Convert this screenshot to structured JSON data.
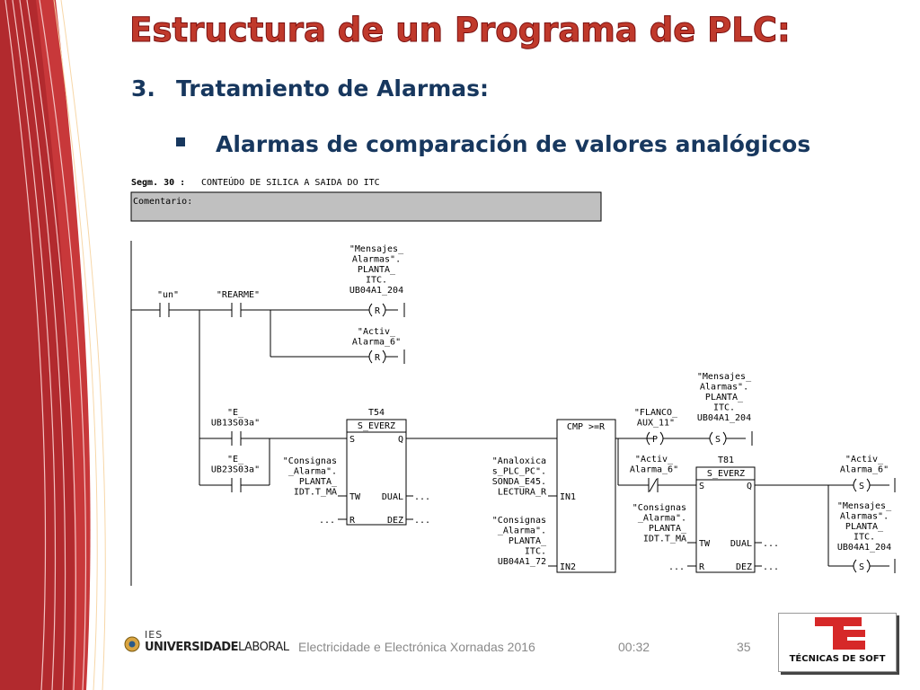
{
  "slide": {
    "title": "Estructura de un Programa de PLC:",
    "section_number": "3.",
    "section_title": "Tratamiento de Alarmas:",
    "bullet": "Alarmas de comparación de valores analógicos"
  },
  "ladder": {
    "segment_label": "Segm. 30 :",
    "segment_title": "CONTEÚDO DE SILICA A SAIDA DO ITC",
    "comment_label": "Comentario:",
    "contact_un": "\"un\"",
    "contact_rearme": "\"REARME\"",
    "coil1_lines": [
      "\"Mensajes_",
      "Alarmas\".",
      "PLANTA_",
      "ITC.",
      "UB04A1_204"
    ],
    "coil_r": "R",
    "coil2_lines": [
      "\"Activ_",
      "Alarma_6\""
    ],
    "contact_e1_lines": [
      "\"E_",
      "UB13S03a\""
    ],
    "contact_e2_lines": [
      "\"E_",
      "UB23S03a\""
    ],
    "timer1": {
      "name": "T54",
      "type": "S_EVERZ",
      "pin_s": "S",
      "pin_q": "Q",
      "pin_tw": "TW",
      "pin_r": "R",
      "pin_dual": "DUAL",
      "pin_dez": "DEZ",
      "tw_lines": [
        "\"Consignas",
        "_Alarma\".",
        "PLANTA_",
        "IDT.T_MA"
      ],
      "dots": "..."
    },
    "cmp": {
      "type": "CMP >=R",
      "in1": "IN1",
      "in2": "IN2",
      "in1_lines": [
        "\"Analoxica",
        "s_PLC_PC\".",
        "SONDA_E45.",
        "LECTURA_R"
      ],
      "in2_lines": [
        "\"Consignas",
        "_Alarma\".",
        "PLANTA_",
        "ITC.",
        "UB04A1_72"
      ]
    },
    "flanco_lines": [
      "\"FLANCO_",
      "AUX_11\""
    ],
    "coil_p": "P",
    "coil_s": "S",
    "coil3_lines": [
      "\"Mensajes_",
      "Alarmas\".",
      "PLANTA_",
      "ITC.",
      "UB04A1_204"
    ],
    "contact_activ_lines": [
      "\"Activ_",
      "Alarma_6\""
    ],
    "timer2": {
      "name": "T81",
      "type": "S_EVERZ",
      "pin_s": "S",
      "pin_q": "Q",
      "pin_tw": "TW",
      "pin_r": "R",
      "pin_dual": "DUAL",
      "pin_dez": "DEZ",
      "tw_lines": [
        "\"Consignas",
        "_Alarma\".",
        "PLANTA_",
        "IDT.T_MA"
      ],
      "dots": "..."
    },
    "coil4_lines": [
      "\"Activ_",
      "Alarma_6\""
    ],
    "coil5_lines": [
      "\"Mensajes_",
      "Alarmas\".",
      "PLANTA_",
      "ITC.",
      "UB04A1_204"
    ]
  },
  "footer": {
    "event": "Electricidade e Electrónica Xornadas 2016",
    "time": "00:32",
    "page": "35",
    "logo_ies": "IES",
    "logo_uni": "UNIVERSIDADE",
    "logo_lab": "LABORAL",
    "logo_right": "TÉCNICAS DE SOFT"
  },
  "colors": {
    "title_red": "#c0392b",
    "heading_navy": "#17375e",
    "side_band_red": "#c8383a",
    "footer_gray": "#8a8a8a"
  }
}
